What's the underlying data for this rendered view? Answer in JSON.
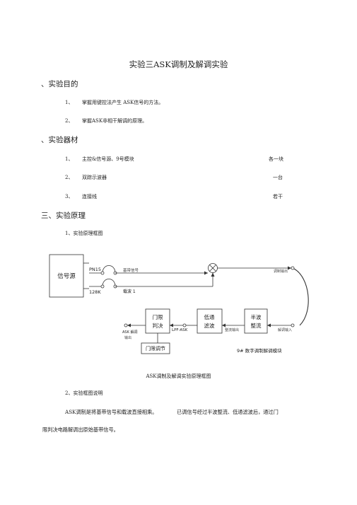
{
  "title": "实验三ASK调制及解调实验",
  "sections": [
    {
      "heading": "、实验目的",
      "items": [
        {
          "num": "1、",
          "text": "掌握用键控法产生 ASK信号的方法。"
        },
        {
          "num": "2、",
          "text": "掌握ASK非相干解调的原理。"
        }
      ]
    },
    {
      "heading": "、实验器材",
      "items": [
        {
          "num": "1、",
          "text": "主控&信号源、9号模块",
          "qty": "各一块"
        },
        {
          "num": "2、",
          "text": "双踪示波器",
          "qty": "一台"
        },
        {
          "num": "3、",
          "text": "连接线",
          "qty": "若干"
        }
      ]
    },
    {
      "heading": "三、实验原理",
      "sub1": "1、实验原理框图",
      "sub2": "2、实验框图说明"
    }
  ],
  "diagram": {
    "source_box": "信号源",
    "pn15": "PN15",
    "k128": "128K",
    "base_signal": "基带信号",
    "carrier": "载波 1",
    "mod_out": "调制输出",
    "demod_in": "解调输入",
    "rectifier_l1": "半波",
    "rectifier_l2": "整流",
    "rect_out": "整流输出",
    "lpf_l1": "低通",
    "lpf_l2": "滤波",
    "lpf_label": "LPF-ASK",
    "decision_l1": "门限",
    "decision_l2": "判决",
    "ask_out_l1": "ASK 解调",
    "ask_out_l2": "输出",
    "threshold": "门限调节",
    "module": "9# 数字调制解调模块"
  },
  "caption": "ASK调制及解调实验原理框图",
  "paragraph": {
    "line1a": "ASK调制是将基带信号和载波直接相乘。",
    "line1b": "已调信号经过半波整流、低通滤波后，通过门",
    "line2": "限判决电路解调出原始基带信号。"
  }
}
